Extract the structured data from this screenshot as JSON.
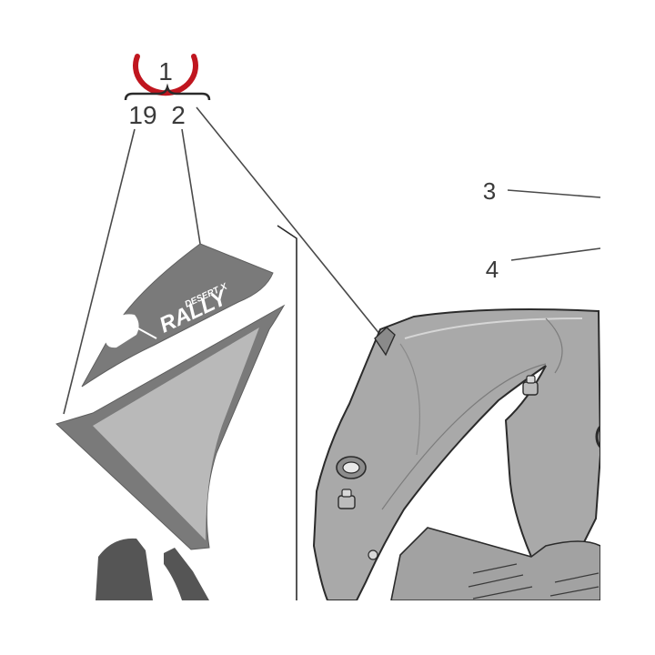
{
  "diagram": {
    "callouts": {
      "c1": "1",
      "c19": "19",
      "c2": "2",
      "c3": "3",
      "c4": "4"
    },
    "decal_text": {
      "brand": "DESERT X",
      "model": "RALLY"
    }
  },
  "colors": {
    "highlight_circle": "#c0161f",
    "leader_line": "#4a4a4a",
    "decal_dark": "#7a7a7a",
    "decal_light": "#b9b9b9",
    "fairing_body": "#a9a9a9",
    "outline": "#2b2b2b"
  }
}
